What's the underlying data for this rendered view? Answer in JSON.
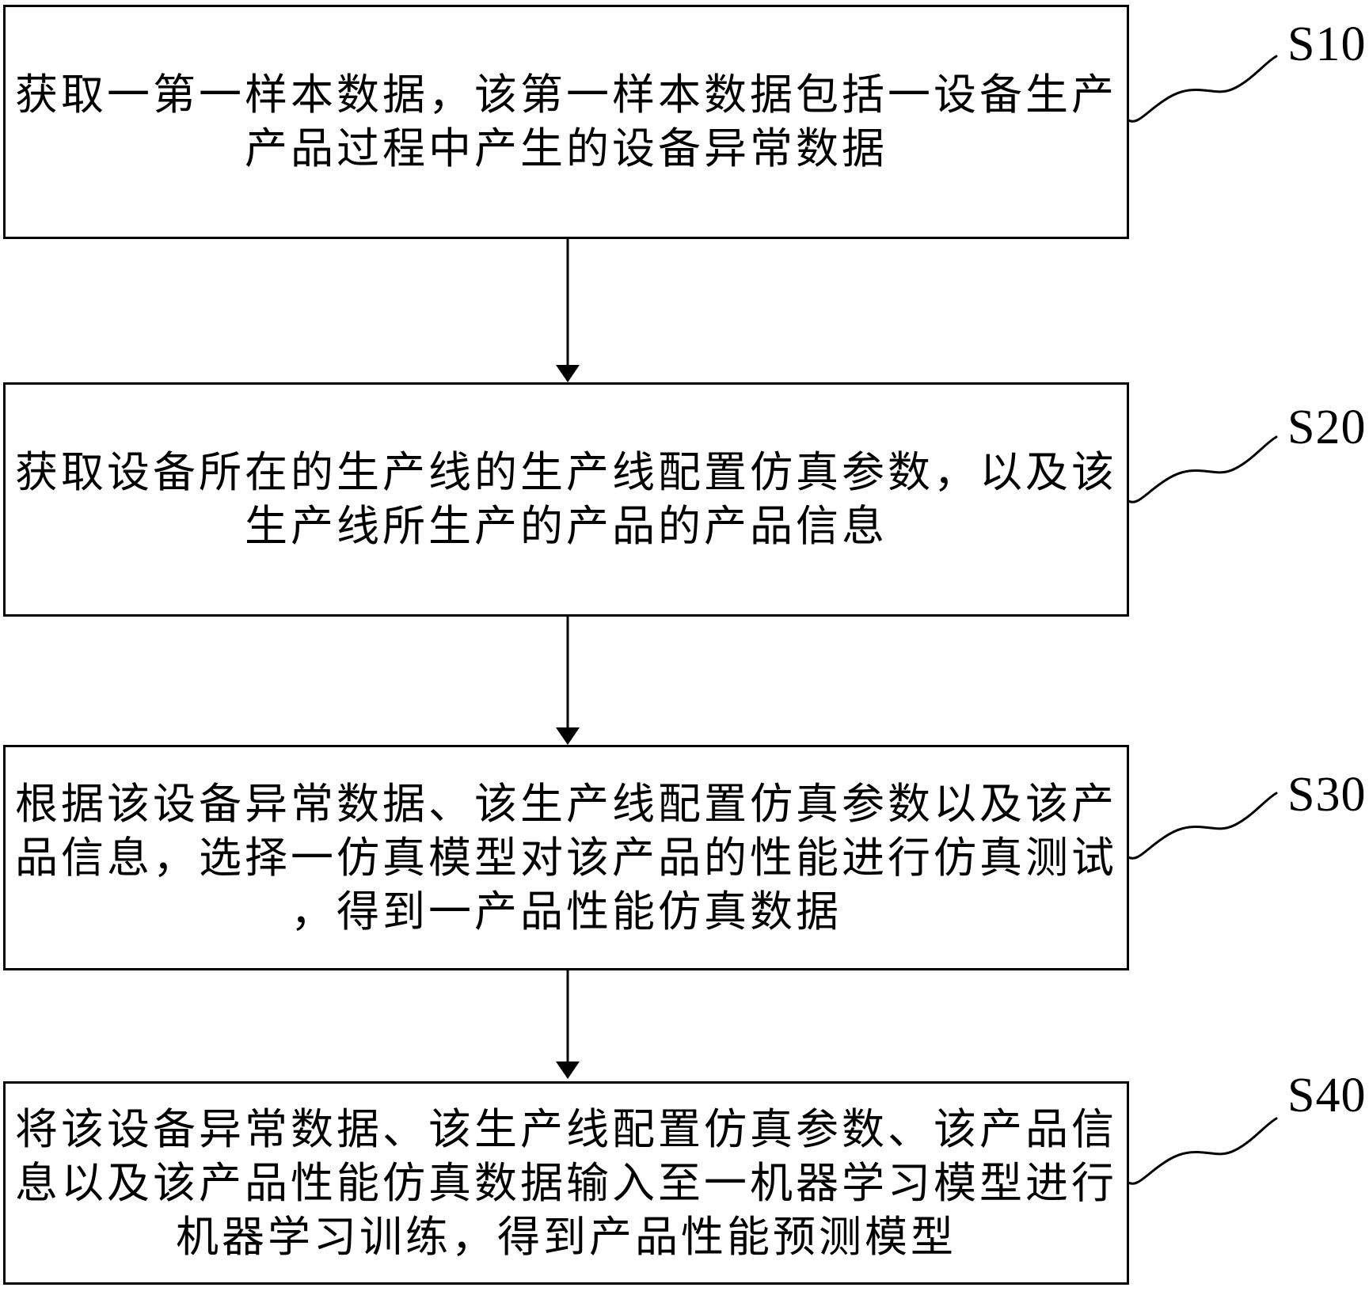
{
  "figure": {
    "background_color": "#ffffff",
    "line_color": "#000000",
    "type": "flowchart",
    "steps": [
      {
        "label": "S10",
        "lines": [
          "获取一第一样本数据，该第一样本数据包括一设备生产",
          "产品过程中产生的设备异常数据"
        ],
        "text": "获取一第一样本数据，该第一样本数据包括一设备生产产品过程中产生的设备异常数据"
      },
      {
        "label": "S20",
        "lines": [
          "获取设备所在的生产线的生产线配置仿真参数，以及该",
          "生产线所生产的产品的产品信息"
        ],
        "text": "获取设备所在的生产线的生产线配置仿真参数，以及该生产线所生产的产品的产品信息"
      },
      {
        "label": "S30",
        "lines": [
          "根据该设备异常数据、该生产线配置仿真参数以及该产",
          "品信息，选择一仿真模型对该产品的性能进行仿真测试",
          "，得到一产品性能仿真数据"
        ],
        "text": "根据该设备异常数据、该生产线配置仿真参数以及该产品信息，选择一仿真模型对该产品的性能进行仿真测试，得到一产品性能仿真数据"
      },
      {
        "label": "S40",
        "lines": [
          "将该设备异常数据、该生产线配置仿真参数、该产品信",
          "息以及该产品性能仿真数据输入至一机器学习模型进行",
          "机器学习训练，得到产品性能预测模型"
        ],
        "text": "将该设备异常数据、该生产线配置仿真参数、该产品信息以及该产品性能仿真数据输入至一机器学习模型进行机器学习训练，得到产品性能预测模型"
      }
    ]
  }
}
